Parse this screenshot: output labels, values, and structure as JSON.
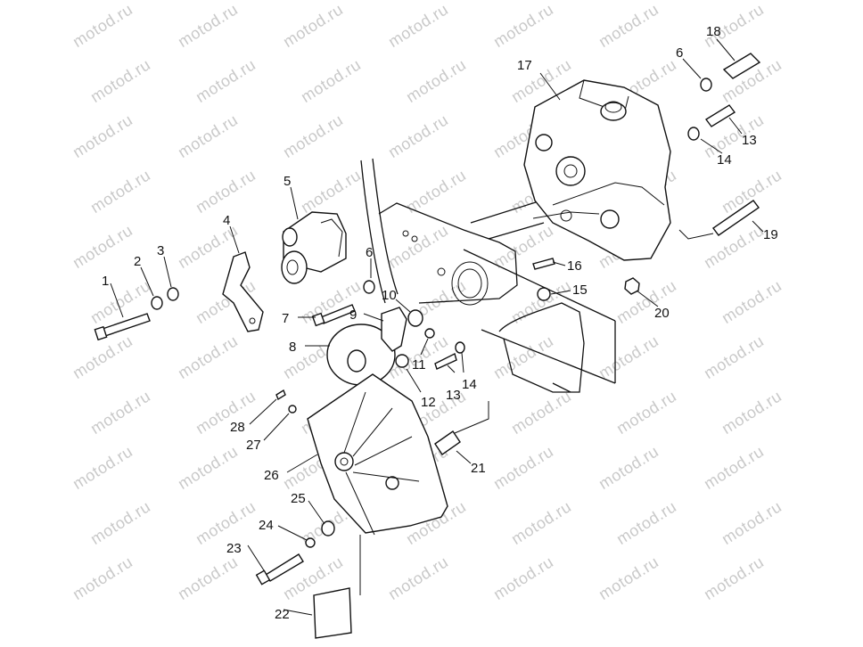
{
  "diagram": {
    "watermark": "motod.ru",
    "parts": [
      {
        "id": "1",
        "label": "1"
      },
      {
        "id": "2",
        "label": "2"
      },
      {
        "id": "3",
        "label": "3"
      },
      {
        "id": "4",
        "label": "4"
      },
      {
        "id": "5",
        "label": "5"
      },
      {
        "id": "6a",
        "label": "6"
      },
      {
        "id": "6b",
        "label": "6"
      },
      {
        "id": "7",
        "label": "7"
      },
      {
        "id": "8",
        "label": "8"
      },
      {
        "id": "9",
        "label": "9"
      },
      {
        "id": "10",
        "label": "10"
      },
      {
        "id": "11",
        "label": "11"
      },
      {
        "id": "12",
        "label": "12"
      },
      {
        "id": "13a",
        "label": "13"
      },
      {
        "id": "13b",
        "label": "13"
      },
      {
        "id": "14a",
        "label": "14"
      },
      {
        "id": "14b",
        "label": "14"
      },
      {
        "id": "15",
        "label": "15"
      },
      {
        "id": "16",
        "label": "16"
      },
      {
        "id": "17",
        "label": "17"
      },
      {
        "id": "18",
        "label": "18"
      },
      {
        "id": "19",
        "label": "19"
      },
      {
        "id": "20",
        "label": "20"
      },
      {
        "id": "21",
        "label": "21"
      },
      {
        "id": "22",
        "label": "22"
      },
      {
        "id": "23",
        "label": "23"
      },
      {
        "id": "24",
        "label": "24"
      },
      {
        "id": "25",
        "label": "25"
      },
      {
        "id": "26",
        "label": "26"
      },
      {
        "id": "27",
        "label": "27"
      },
      {
        "id": "28",
        "label": "28"
      }
    ]
  }
}
